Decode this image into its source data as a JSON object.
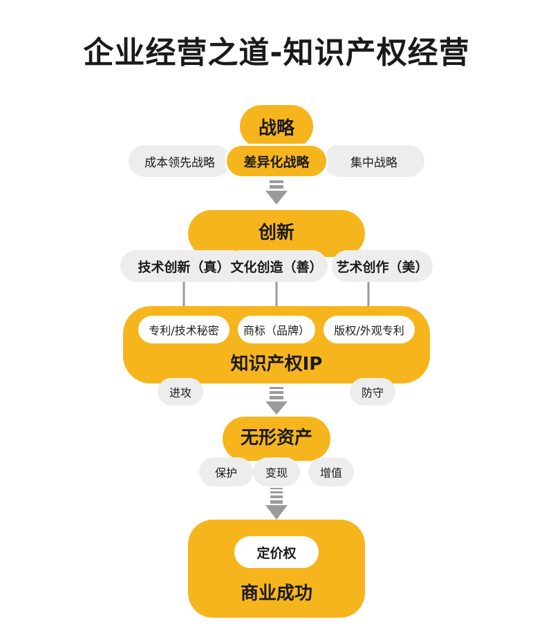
{
  "title": "企业经营之道-知识产权经营",
  "strategy": {
    "label": "战略",
    "options": [
      "成本领先战略",
      "差异化战略",
      "集中战略"
    ]
  },
  "innovation": {
    "label": "创新",
    "types": [
      "技术创新（真）",
      "文化创造（善）",
      "艺术创作（美）"
    ]
  },
  "ip": {
    "label": "知识产权IP",
    "items": [
      "专利/技术秘密",
      "商标（品牌）",
      "版权/外观专利"
    ],
    "attack": "进攻",
    "defense": "防守"
  },
  "assets": {
    "label": "无形资产",
    "actions": [
      "保护",
      "变现",
      "增值"
    ]
  },
  "success": {
    "pricing": "定价权",
    "label": "商业成功"
  },
  "colors": {
    "accent": "#f6b51d",
    "pill_gray": "#ededed",
    "arrow_gray": "#9b9b9b"
  }
}
